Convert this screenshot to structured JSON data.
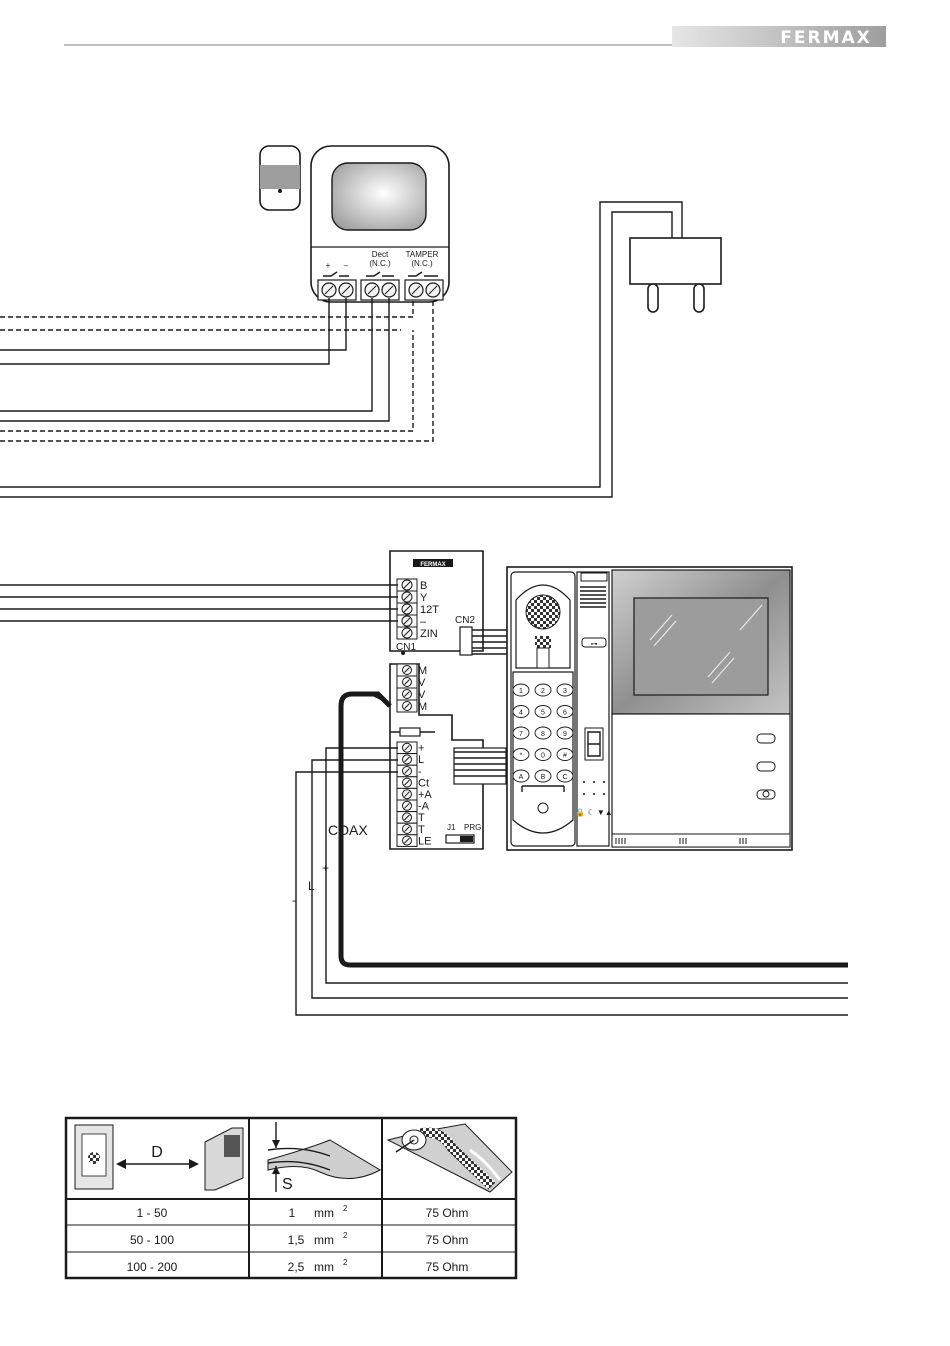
{
  "header": {
    "brand": "FERMAX"
  },
  "alarm_sensor": {
    "terminal_labels": [
      "+",
      "–",
      "Dect",
      "(N.C.)",
      "TAMPER",
      "(N.C.)"
    ]
  },
  "decoder": {
    "brand": "FERMAX",
    "cn1_label": "CN1",
    "cn2_label": "CN2",
    "cn1_terminals": [
      "B",
      "Y",
      "12T",
      "–",
      "ZIN"
    ],
    "main_terminals": [
      "M",
      "V",
      "V",
      "M",
      "+",
      "L",
      "-",
      "Ct",
      "+A",
      "-A",
      "T",
      "T",
      "LE"
    ],
    "jumper_labels": [
      "J1",
      "PRG"
    ]
  },
  "riser": {
    "coax_label": "COAX",
    "plus_label": "+",
    "l_label": "L",
    "minus_label": "-"
  },
  "keypad": {
    "keys": [
      "1",
      "2",
      "3",
      "4",
      "5",
      "6",
      "7",
      "8",
      "9",
      "*",
      "0",
      "#",
      "A",
      "B",
      "C"
    ]
  },
  "cable_table": {
    "distance_label": "D",
    "section_label": "S",
    "rows": [
      {
        "distance": "1 - 50",
        "section": "1",
        "unit": "mm",
        "exp": "2",
        "impedance": "75 Ohm"
      },
      {
        "distance": "50 - 100",
        "section": "1,5",
        "unit": "mm",
        "exp": "2",
        "impedance": "75 Ohm"
      },
      {
        "distance": "100 - 200",
        "section": "2,5",
        "unit": "mm",
        "exp": "2",
        "impedance": "75 Ohm"
      }
    ]
  },
  "colors": {
    "line": "#1a1a1a",
    "header_bar": "#b5b5b5",
    "monitor_frame": "#8a8a8a"
  },
  "icons": [
    "door-panel-icon",
    "monitor-icon",
    "cable-icon",
    "coax-cable-icon",
    "power-plug-icon",
    "alarm-sensor-icon"
  ]
}
